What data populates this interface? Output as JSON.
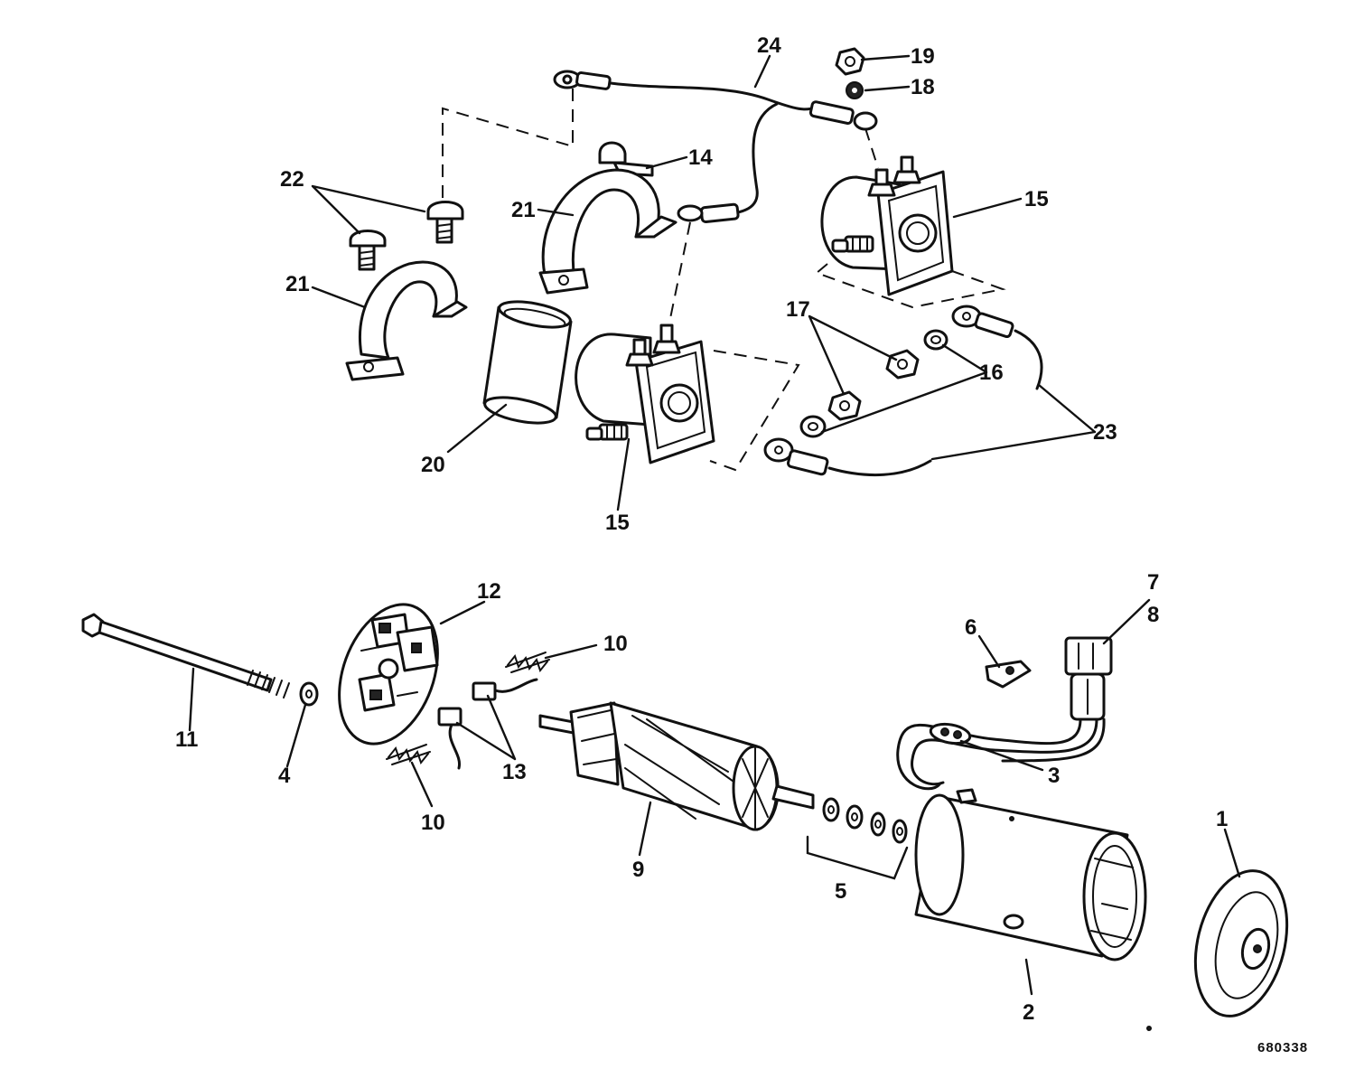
{
  "callouts": {
    "c1": "1",
    "c2": "2",
    "c3": "3",
    "c4": "4",
    "c5": "5",
    "c6": "6",
    "c7": "7",
    "c8": "8",
    "c9": "9",
    "c10a": "10",
    "c10b": "10",
    "c11": "11",
    "c12": "12",
    "c13": "13",
    "c14": "14",
    "c15a": "15",
    "c15b": "15",
    "c16": "16",
    "c17": "17",
    "c18": "18",
    "c19": "19",
    "c20": "20",
    "c21a": "21",
    "c21b": "21",
    "c22": "22",
    "c23": "23",
    "c24": "24"
  },
  "figure_code": "680338"
}
